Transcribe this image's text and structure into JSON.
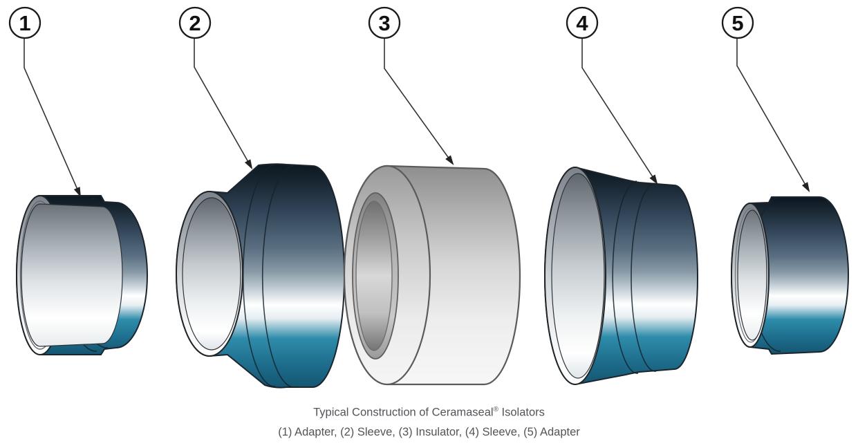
{
  "figure": {
    "caption": {
      "line1_prefix": "Typical Construction of Ceramaseal",
      "registered_mark": "®",
      "line1_suffix": "Isolators",
      "line2": "(1) Adapter, (2) Sleeve, (3) Insulator, (4) Sleeve, (5) Adapter"
    }
  },
  "parts": [
    {
      "number": "1",
      "name": "Adapter"
    },
    {
      "number": "2",
      "name": "Sleeve"
    },
    {
      "number": "3",
      "name": "Insulator"
    },
    {
      "number": "4",
      "name": "Sleeve"
    },
    {
      "number": "5",
      "name": "Adapter"
    }
  ],
  "colors": {
    "background": "#ffffff",
    "outline": "#1c242c",
    "leader_line": "#333333",
    "badge_fill": "#ffffff",
    "badge_stroke": "#1a1a1a",
    "metal_dark_top": "#0c1720",
    "metal_highlight": "#ffffff",
    "metal_teal": "#1d6c8b",
    "metal_deep_teal": "#145671",
    "ceramic_light": "#f6f6f6",
    "ceramic_dark": "#8e8e8e",
    "caption_text": "#515458"
  }
}
